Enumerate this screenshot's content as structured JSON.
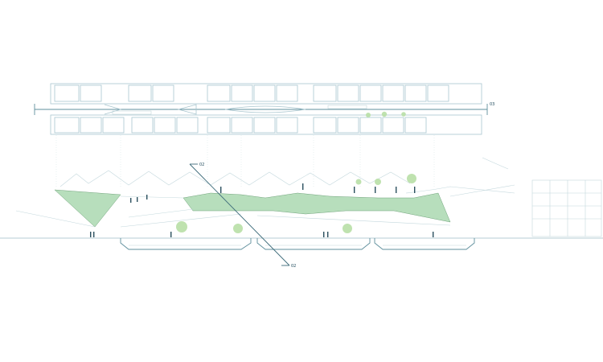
{
  "section_cut_labels": {
    "top_right": "03",
    "upper_cut": "02",
    "lower_cut": "02"
  },
  "colors": {
    "linework": "#a9c6cf",
    "green_surface": "#9fd3a6",
    "trees": "#b8dfa6",
    "figures": "#2a4f5e"
  }
}
